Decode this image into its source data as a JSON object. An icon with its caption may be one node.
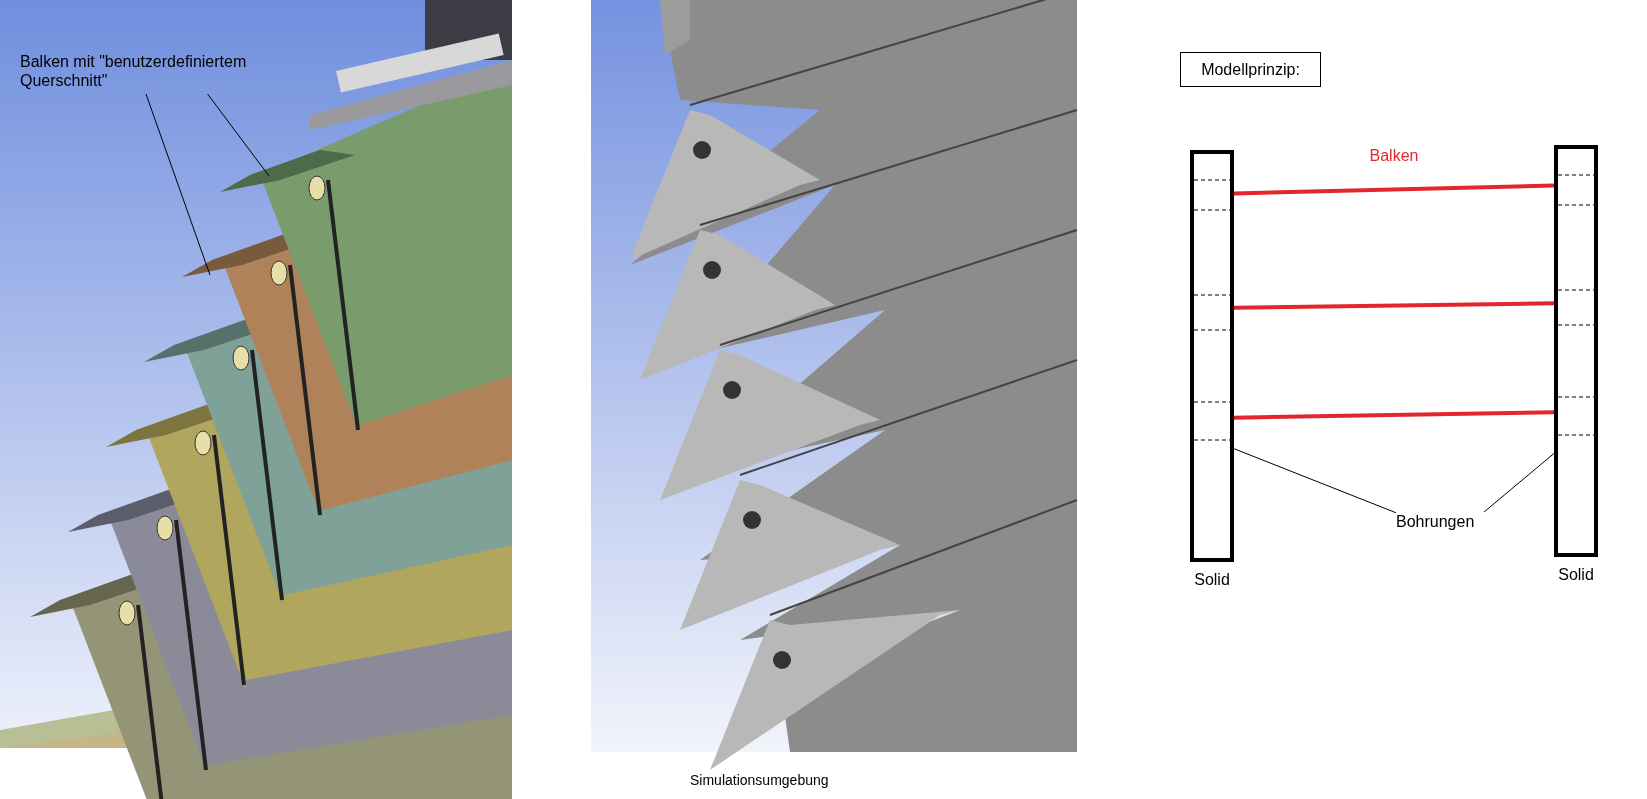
{
  "diagram": {
    "nodes": [
      {
        "text": [
          "Balken mit \"benutzerdefiniertem Querschnitt\""
        ]
      },
      {
        "text": [
          "Modellprinzip:"
        ]
      },
      {
        "text": [
          "Solid"
        ]
      },
      {
        "text": [
          "Solid"
        ]
      },
      {
        "text": [
          "Bohrungen"
        ]
      }
    ],
    "edges": [
      {
        "from": 0,
        "to": null,
        "arrow": "none"
      },
      {
        "from": 0,
        "to": null,
        "arrow": "none"
      },
      {
        "from": 2,
        "to": 3,
        "arrow": "none",
        "label": "Balken",
        "style": "thick",
        "color": "#e3262e"
      },
      {
        "from": 2,
        "to": 3,
        "arrow": "none",
        "style": "thick",
        "color": "#e3262e"
      },
      {
        "from": 2,
        "to": 3,
        "arrow": "none",
        "style": "thick",
        "color": "#e3262e"
      },
      {
        "from": 4,
        "to": 2,
        "arrow": "none"
      },
      {
        "from": 4,
        "to": 3,
        "arrow": "none"
      }
    ],
    "labels": [
      "Simulationsumgebung"
    ]
  }
}
